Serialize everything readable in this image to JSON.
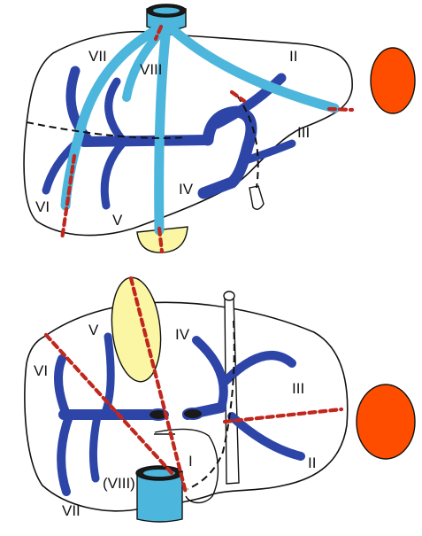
{
  "colors": {
    "portal_vein": "#2e45a8",
    "hepatic_vein": "#4db6dc",
    "gallbladder": "#faf6a4",
    "stomach": "#ff4d00",
    "resection_line": "#c0271d",
    "outline": "#111111"
  },
  "top_view": {
    "segments": [
      {
        "id": "VII",
        "label": "VII"
      },
      {
        "id": "VIII",
        "label": "VIII"
      },
      {
        "id": "II",
        "label": "II"
      },
      {
        "id": "III",
        "label": "III"
      },
      {
        "id": "IV",
        "label": "IV"
      },
      {
        "id": "VI",
        "label": "VI"
      },
      {
        "id": "V",
        "label": "V"
      }
    ]
  },
  "bottom_view": {
    "segments": [
      {
        "id": "V",
        "label": "V"
      },
      {
        "id": "IV",
        "label": "IV"
      },
      {
        "id": "VI",
        "label": "VI"
      },
      {
        "id": "III",
        "label": "III"
      },
      {
        "id": "I",
        "label": "I"
      },
      {
        "id": "II",
        "label": "II"
      },
      {
        "id": "VIII",
        "label": "(VIII)"
      },
      {
        "id": "VII",
        "label": "VII"
      }
    ]
  }
}
